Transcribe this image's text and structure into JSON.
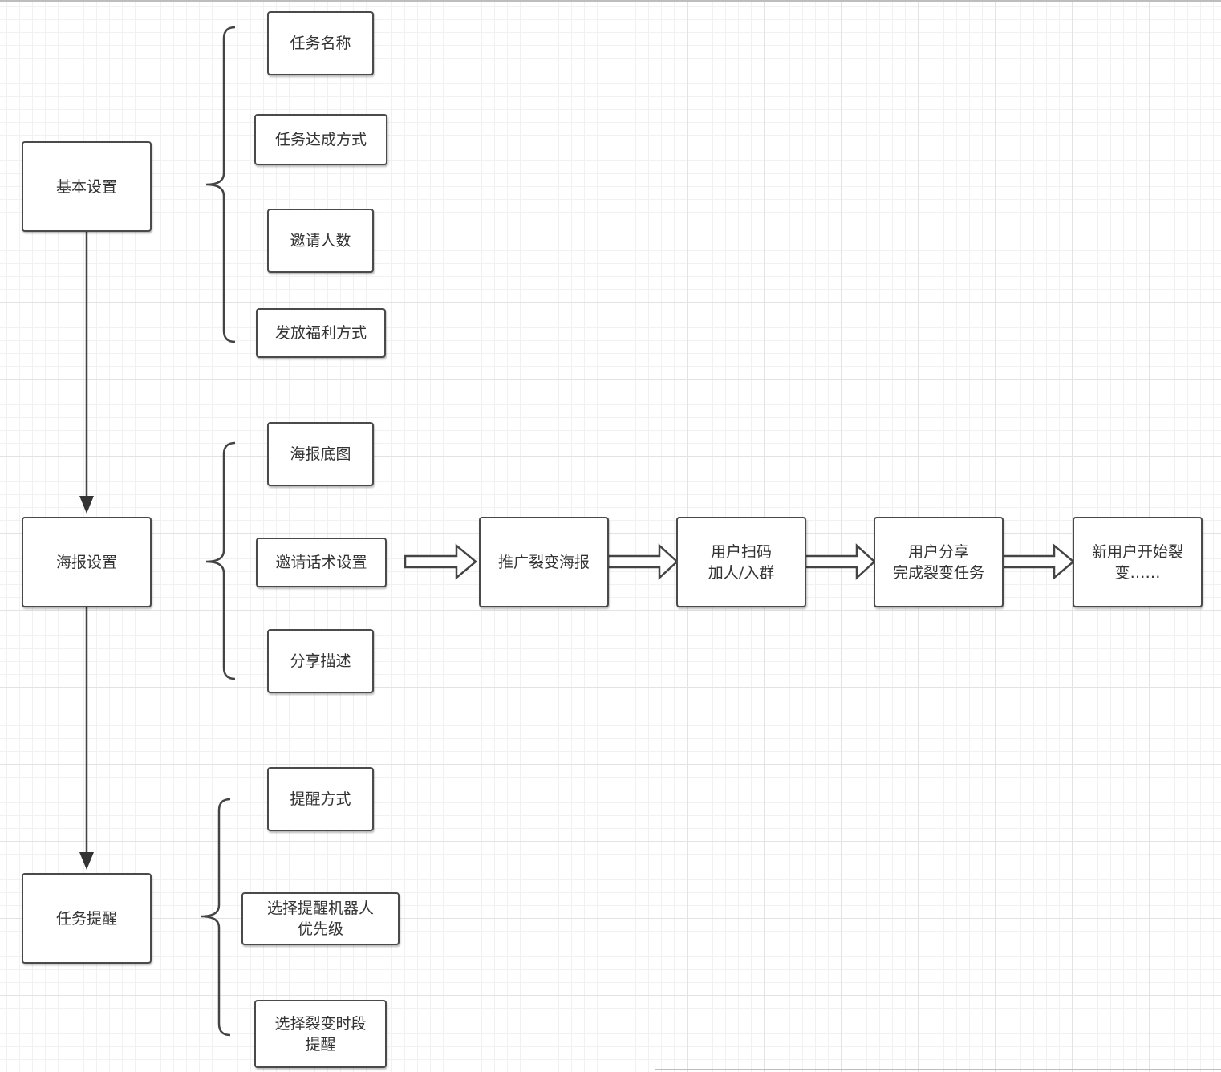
{
  "main_steps": {
    "basic": "基本设置",
    "poster": "海报设置",
    "reminder": "任务提醒"
  },
  "basic_items": [
    "任务名称",
    "任务达成方式",
    "邀请人数",
    "发放福利方式"
  ],
  "poster_items": [
    "海报底图",
    "邀请话术设置",
    "分享描述"
  ],
  "reminder_items": [
    "提醒方式",
    "选择提醒机器人\n优先级",
    "选择裂变时段\n提醒"
  ],
  "flow": [
    "推广裂变海报",
    "用户扫码\n加人/入群",
    "用户分享\n完成裂变任务",
    "新用户开始裂\n变……"
  ]
}
